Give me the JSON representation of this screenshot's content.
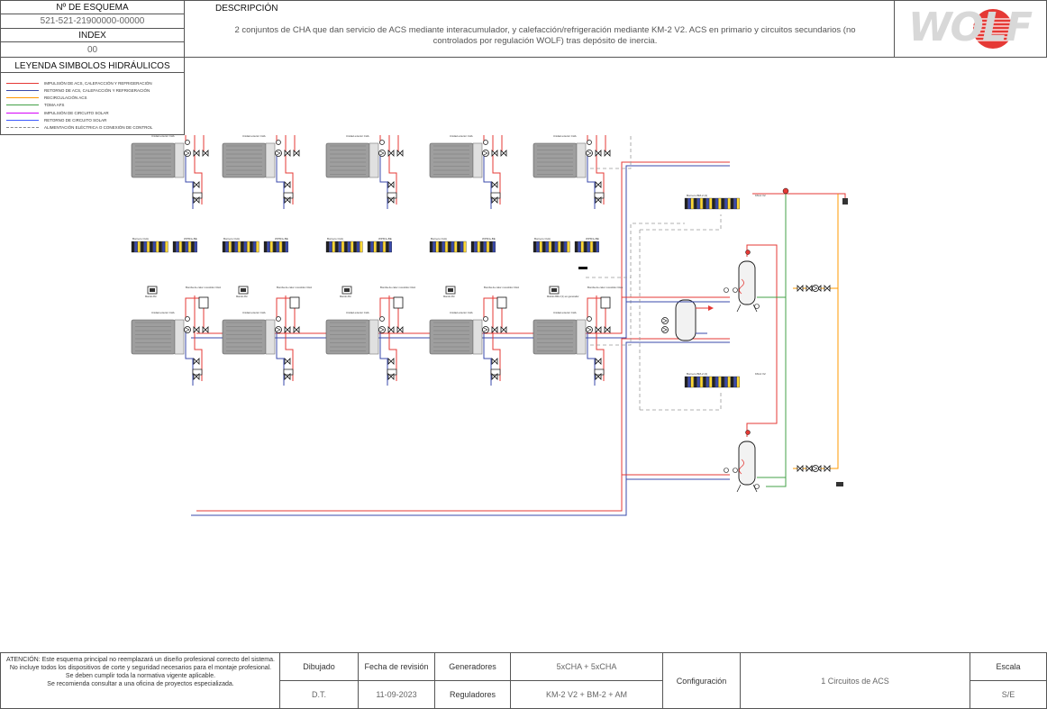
{
  "header": {
    "scheme_label": "Nº DE ESQUEMA",
    "scheme_number": "521-521-21900000-00000",
    "index_label": "INDEX",
    "index_value": "00",
    "description_label": "DESCRIPCIÓN",
    "description_text": "2 conjuntos de CHA que dan servicio de ACS mediante interacumulador, y calefacción/refrigeración mediante KM-2 V2. ACS en primario y circuitos secundarios (no controlados por regulación WOLF) tras depósito de inercia.",
    "logo": "WOLF"
  },
  "legend": {
    "title": "LEYENDA SIMBOLOS HIDRÁULICOS",
    "items": [
      {
        "label": "IMPULSIÓN DE ACS, CALEFACCIÓN Y REFRIGERACIÓN",
        "color": "#e53935",
        "dash": false
      },
      {
        "label": "RETORNO DE ACS, CALEFACCIÓN Y REFRIGERACIÓN",
        "color": "#3949ab",
        "dash": false
      },
      {
        "label": "RECIRCULACIÓN ACS",
        "color": "#ff9800",
        "dash": false
      },
      {
        "label": "TOMA AFS",
        "color": "#43a047",
        "dash": false
      },
      {
        "label": "IMPULSIÓN DE CIRCUITO SOLAR",
        "color": "#d500f9",
        "dash": false
      },
      {
        "label": "RETORNO DE CIRCUITO SOLAR",
        "color": "#3d5afe",
        "dash": false
      },
      {
        "label": "ALIMENTACIÓN ELÉCTRICA O CONEXIÓN DE CONTROL",
        "color": "#888888",
        "dash": true
      }
    ]
  },
  "diagram": {
    "unit_labels": {
      "bornero_cha": "Bornero CHA",
      "wpm": "WPM1+BE",
      "bomba": "Bomba de calor monobloc CHA",
      "unidad_ext": "Unidad exterior CHA",
      "mando": "Mando AM",
      "modulo": "Módulo BM-2 (1) en generador",
      "km2": "KM-2 V2",
      "bornero_bm2": "Bornero BM-2 (2)"
    }
  },
  "footer": {
    "warning": [
      "ATENCIÓN: Este esquema principal no reemplazará un diseño profesional correcto del sistema.",
      "No incluye todos los dispositivos de corte y seguridad necesarios para el montaje profesional.",
      "Se deben cumplir toda la normativa vigente aplicable.",
      "Se recomienda consultar a una oficina de proyectos especializada."
    ],
    "dibujado_label": "Dibujado",
    "dibujado_value": "D.T.",
    "fecha_label": "Fecha de revisión",
    "fecha_value": "11-09-2023",
    "generadores_label": "Generadores",
    "generadores_value": "5xCHA + 5xCHA",
    "reguladores_label": "Reguladores",
    "reguladores_value": "KM-2 V2 + BM-2 + AM",
    "configuracion_label": "Configuración",
    "configuracion_value": "1 Circuitos de ACS",
    "escala_label": "Escala",
    "escala_value": "S/E"
  }
}
